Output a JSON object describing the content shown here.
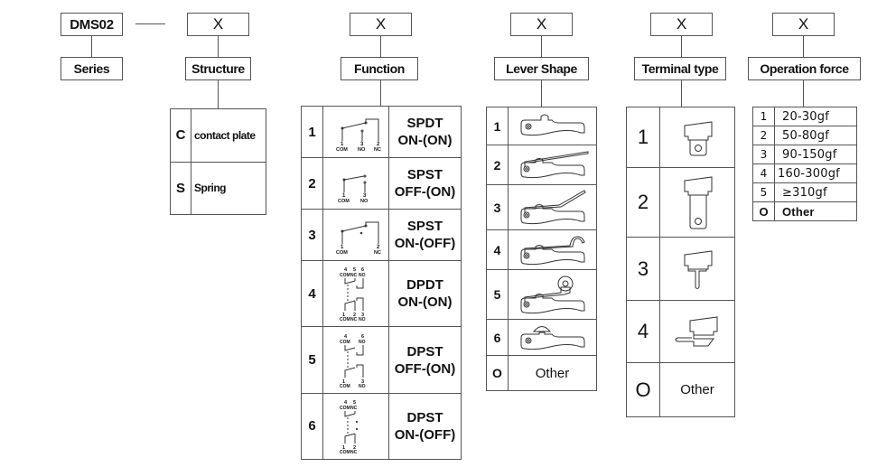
{
  "series": {
    "code": "DMS02",
    "label": "Series"
  },
  "separator": "—",
  "structure": {
    "code": "X",
    "label": "Structure",
    "options": [
      {
        "code": "C",
        "text": "contact plate"
      },
      {
        "code": "S",
        "text": "Spring"
      }
    ]
  },
  "function": {
    "code": "X",
    "label": "Function",
    "options": [
      {
        "code": "1",
        "type": "SPDT",
        "mode": "ON-(ON)",
        "diagram": "spdt-diagram-icon",
        "pins": [
          "1 COM",
          "3 NO",
          "2 NC"
        ]
      },
      {
        "code": "2",
        "type": "SPST",
        "mode": "OFF-(ON)",
        "diagram": "spst-no-diagram-icon",
        "pins": [
          "1 COM",
          "3 NO"
        ]
      },
      {
        "code": "3",
        "type": "SPST",
        "mode": "ON-(OFF)",
        "diagram": "spst-nc-diagram-icon",
        "pins": [
          "1 COM",
          "2 NC"
        ]
      },
      {
        "code": "4",
        "type": "DPDT",
        "mode": "ON-(ON)",
        "diagram": "dpdt-diagram-icon",
        "pins": [
          "4 COM",
          "5 NC",
          "6 NO",
          "1 COM",
          "2 NC",
          "3 NO"
        ]
      },
      {
        "code": "5",
        "type": "DPST",
        "mode": "OFF-(ON)",
        "diagram": "dpst-no-diagram-icon",
        "pins": [
          "4 COM",
          "6 NO",
          "1 COM",
          "3 NO"
        ]
      },
      {
        "code": "6",
        "type": "DPST",
        "mode": "ON-(OFF)",
        "diagram": "dpst-nc-diagram-icon",
        "pins": [
          "4 COM",
          "5 NC",
          "1 COM",
          "2 NC"
        ]
      }
    ],
    "pin_labels": {
      "com": "COM",
      "no": "NO",
      "nc": "NC"
    }
  },
  "lever_shape": {
    "code": "X",
    "label": "Lever Shape",
    "options": [
      {
        "code": "1",
        "icon": "no-lever-plunger-icon"
      },
      {
        "code": "2",
        "icon": "straight-long-lever-icon"
      },
      {
        "code": "3",
        "icon": "angled-lever-icon"
      },
      {
        "code": "4",
        "icon": "hook-lever-icon"
      },
      {
        "code": "5",
        "icon": "roller-lever-icon"
      },
      {
        "code": "6",
        "icon": "dome-plunger-icon"
      },
      {
        "code": "O",
        "text": "Other"
      }
    ]
  },
  "terminal_type": {
    "code": "X",
    "label": "Terminal type",
    "options": [
      {
        "code": "1",
        "icon": "short-solder-terminal-icon"
      },
      {
        "code": "2",
        "icon": "long-solder-terminal-icon"
      },
      {
        "code": "3",
        "icon": "pcb-pin-terminal-icon"
      },
      {
        "code": "4",
        "icon": "side-bent-terminal-icon"
      },
      {
        "code": "O",
        "text": "Other"
      }
    ]
  },
  "operation_force": {
    "code": "X",
    "label": "Operation force",
    "options": [
      {
        "code": "1",
        "text": "20-30gf"
      },
      {
        "code": "2",
        "text": "50-80gf"
      },
      {
        "code": "3",
        "text": "90-150gf"
      },
      {
        "code": "4",
        "text": "160-300gf"
      },
      {
        "code": "5",
        "text": "≥310gf"
      },
      {
        "code": "O",
        "text": "Other"
      }
    ]
  }
}
